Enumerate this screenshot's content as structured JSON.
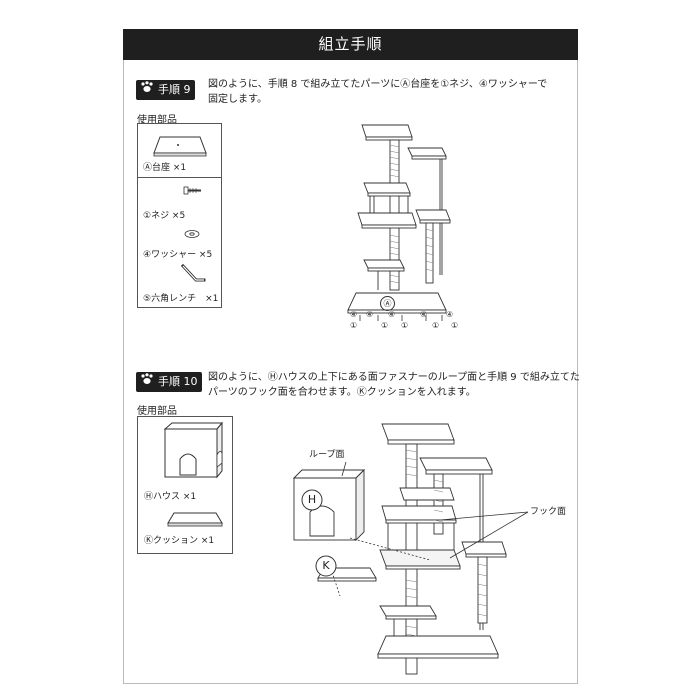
{
  "header": {
    "title": "組立手順"
  },
  "step9": {
    "badge": "手順 9",
    "text_line1": "図のように、手順 8 で組み立てたパーツにⒶ台座を①ネジ、④ワッシャーで",
    "text_line2": "固定します。",
    "parts_label": "使用部品",
    "parts": [
      {
        "label": "Ⓐ台座 ×1",
        "icon": "base-board-icon"
      },
      {
        "label": "①ネジ ×5",
        "icon": "screw-icon"
      },
      {
        "label": "④ワッシャー ×5",
        "icon": "washer-icon"
      },
      {
        "label": "⑤六角レンチ　×1",
        "icon": "hex-wrench-icon"
      }
    ],
    "diagram": {
      "base_marker": "Ⓐ",
      "washer_markers": [
        "④",
        "④",
        "④",
        "④",
        "④"
      ],
      "screw_markers": [
        "①",
        "①",
        "①",
        "①",
        "①"
      ]
    }
  },
  "step10": {
    "badge": "手順 10",
    "text_line1": "図のように、Ⓗハウスの上下にある面ファスナーのループ面と手順 9 で組み立てた",
    "text_line2": "パーツのフック面を合わせます。Ⓚクッションを入れます。",
    "parts_label": "使用部品",
    "parts": [
      {
        "label": "Ⓗハウス ×1",
        "icon": "house-icon"
      },
      {
        "label": "Ⓚクッション ×1",
        "icon": "cushion-icon"
      }
    ],
    "diagram": {
      "loop_label": "ループ面",
      "hook_label": "フック面",
      "house_marker": "H",
      "cushion_marker": "K"
    }
  },
  "colors": {
    "header_bg": "#1f1f1f",
    "header_text": "#ffffff",
    "line": "#333333"
  }
}
